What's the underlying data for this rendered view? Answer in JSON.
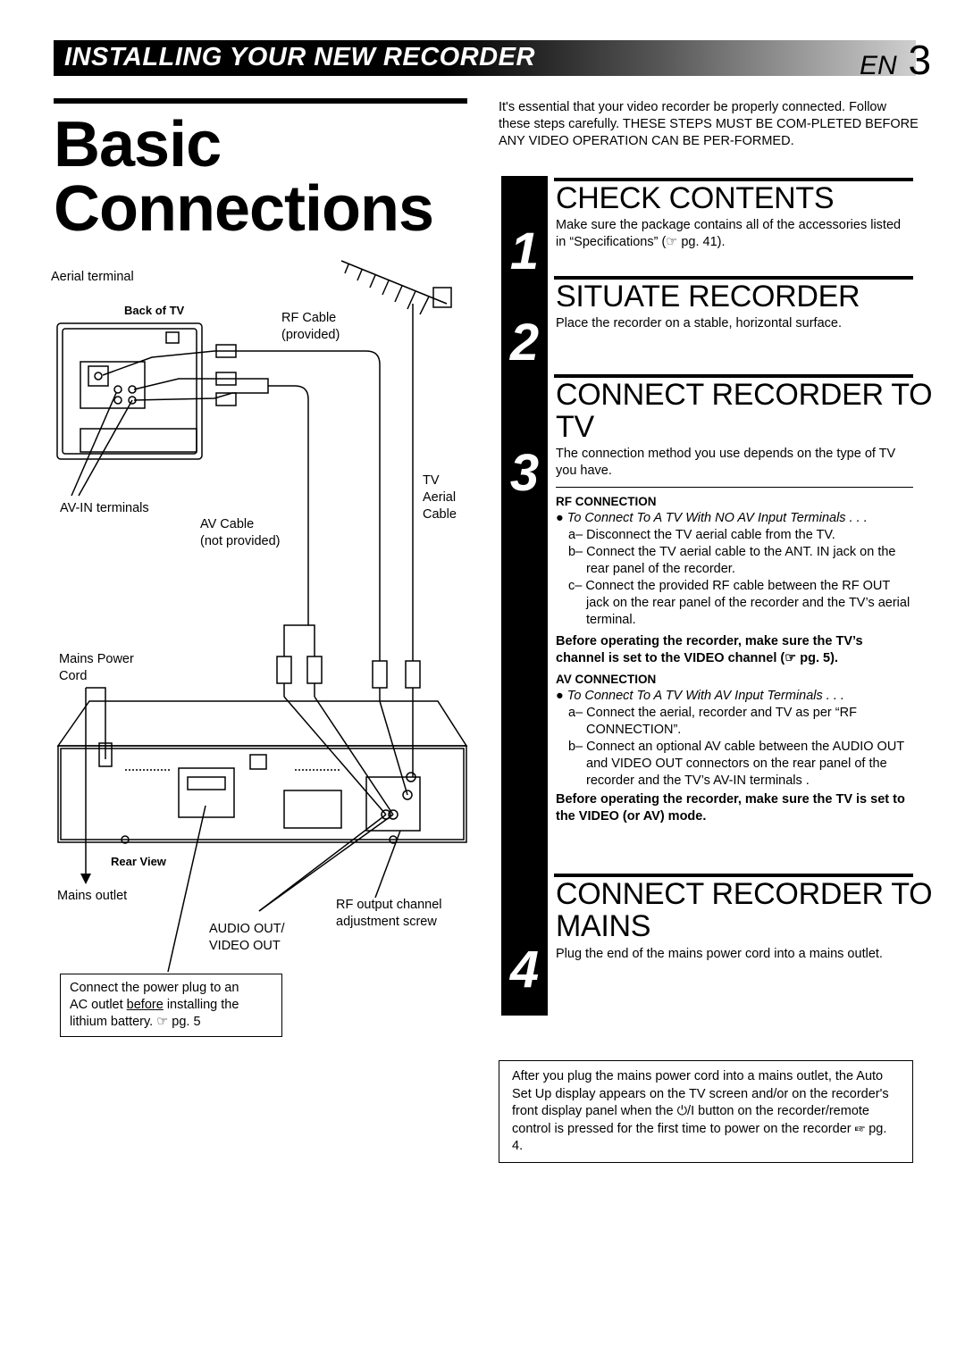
{
  "header": {
    "section": "INSTALLING YOUR NEW RECORDER",
    "lang": "EN",
    "page": "3"
  },
  "title": {
    "line1": "Basic",
    "line2": "Connections"
  },
  "intro": "It's essential that your video recorder be properly connected. Follow these steps carefully. THESE STEPS MUST BE COM-PLETED BEFORE ANY VIDEO OPERATION CAN BE PER-FORMED.",
  "steps": [
    {
      "num": "1",
      "heading": "CHECK CONTENTS",
      "text": "Make sure the package contains all of the accessories listed in “Specifications” (☞ pg. 41)."
    },
    {
      "num": "2",
      "heading": "SITUATE RECORDER",
      "text": "Place the recorder on a stable, horizontal surface."
    },
    {
      "num": "3",
      "heading_l1": "CONNECT RECORDER TO",
      "heading_l2": "TV",
      "text": "The connection method you use depends on the type of TV you have."
    },
    {
      "num": "4",
      "heading_l1": "CONNECT RECORDER TO",
      "heading_l2": "MAINS",
      "text": "Plug the end of the mains power cord into a mains outlet."
    }
  ],
  "rf": {
    "title": "RF CONNECTION",
    "bullet": "To Connect To A TV With NO AV Input Terminals . . .",
    "a": "a– Disconnect the TV aerial cable from the TV.",
    "b": "b– Connect the TV aerial cable to the ANT. IN jack on the rear panel of the recorder.",
    "c": "c– Connect the provided RF cable between the RF OUT jack on the rear panel of the recorder and the TV’s aerial terminal.",
    "warn": "Before operating the recorder, make sure the TV’s channel is set to the VIDEO channel (☞ pg. 5)."
  },
  "av": {
    "title": "AV CONNECTION",
    "bullet": "To Connect To A TV With AV Input Terminals . . .",
    "a": "a– Connect the aerial, recorder and TV as per “RF CONNECTION”.",
    "b": "b– Connect an optional AV cable between the AUDIO OUT and VIDEO OUT connectors on the rear panel of the recorder and the TV’s AV-IN terminals .",
    "warn": "Before operating the recorder, make sure the TV is set to the VIDEO (or AV) mode."
  },
  "note": "After you plug the mains power cord into a mains outlet, the Auto Set Up display appears on the TV screen and/or on the recorder's front display panel when the ⏻/I button on the recorder/remote control is pressed for the first time to power on the recorder ☞ pg. 4.",
  "diagram": {
    "aerial_terminal": "Aerial terminal",
    "back_of_tv": "Back of TV",
    "rf_cable": "RF Cable",
    "rf_cable_sub": "(provided)",
    "tv_aerial_1": "TV",
    "tv_aerial_2": "Aerial",
    "tv_aerial_3": "Cable",
    "av_in": "AV-IN terminals",
    "av_cable": "AV Cable",
    "av_cable_sub": "(not provided)",
    "mains_cord_1": "Mains Power",
    "mains_cord_2": "Cord",
    "rear_view": "Rear View",
    "mains_outlet": "Mains outlet",
    "audio_out_1": "AUDIO OUT/",
    "audio_out_2": "VIDEO OUT",
    "rf_adj_1": "RF output channel",
    "rf_adj_2": "adjustment screw",
    "plug_note_1": "Connect the power plug to an",
    "plug_note_2a": "AC outlet ",
    "plug_note_2u": "before",
    "plug_note_2b": " installing the",
    "plug_note_3": "lithium battery. ☞ pg. 5"
  }
}
